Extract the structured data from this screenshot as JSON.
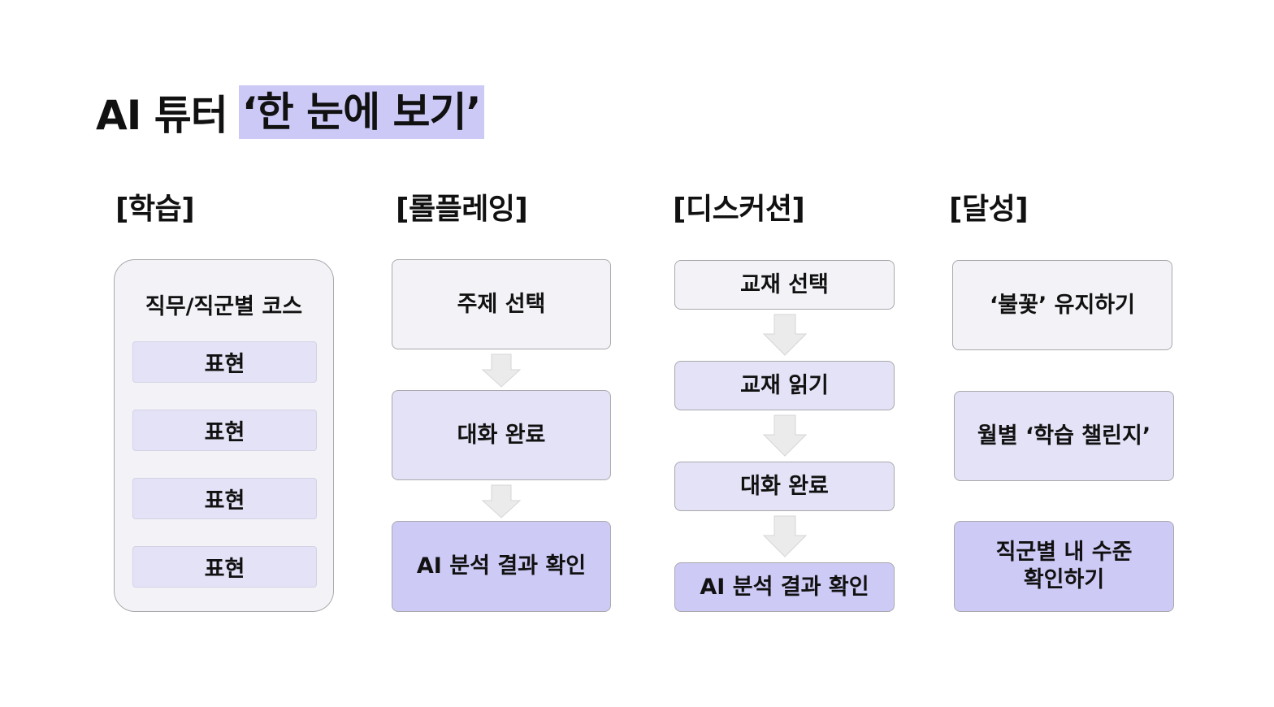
{
  "title": {
    "prefix": "AI 튜터",
    "highlight": "‘한 눈에 보기’"
  },
  "columns": {
    "learning": {
      "header": "[학습]",
      "box_title": "직무/직군별 코스",
      "items": [
        "표현",
        "표현",
        "표현",
        "표현"
      ]
    },
    "roleplay": {
      "header": "[롤플레잉]",
      "steps": [
        "주제 선택",
        "대화 완료",
        "AI 분석 결과 확인"
      ]
    },
    "discussion": {
      "header": "[디스커션]",
      "steps": [
        "교재 선택",
        "교재 읽기",
        "대화 완료",
        "AI 분석 결과 확인"
      ]
    },
    "achievement": {
      "header": "[달성]",
      "items": [
        "‘불꽃’ 유지하기",
        "월별 ‘학습 챌린지’",
        "직군별 내 수준\n확인하기"
      ]
    }
  },
  "colors": {
    "highlight": "#ccc9f7",
    "light": "#f2f2f7",
    "medium": "#e3e2f6",
    "strong": "#cdcaf5",
    "border": "#a9a9ad",
    "arrow": "#ebebeb"
  },
  "icons": {
    "flow_arrow": "down-arrow-icon"
  }
}
